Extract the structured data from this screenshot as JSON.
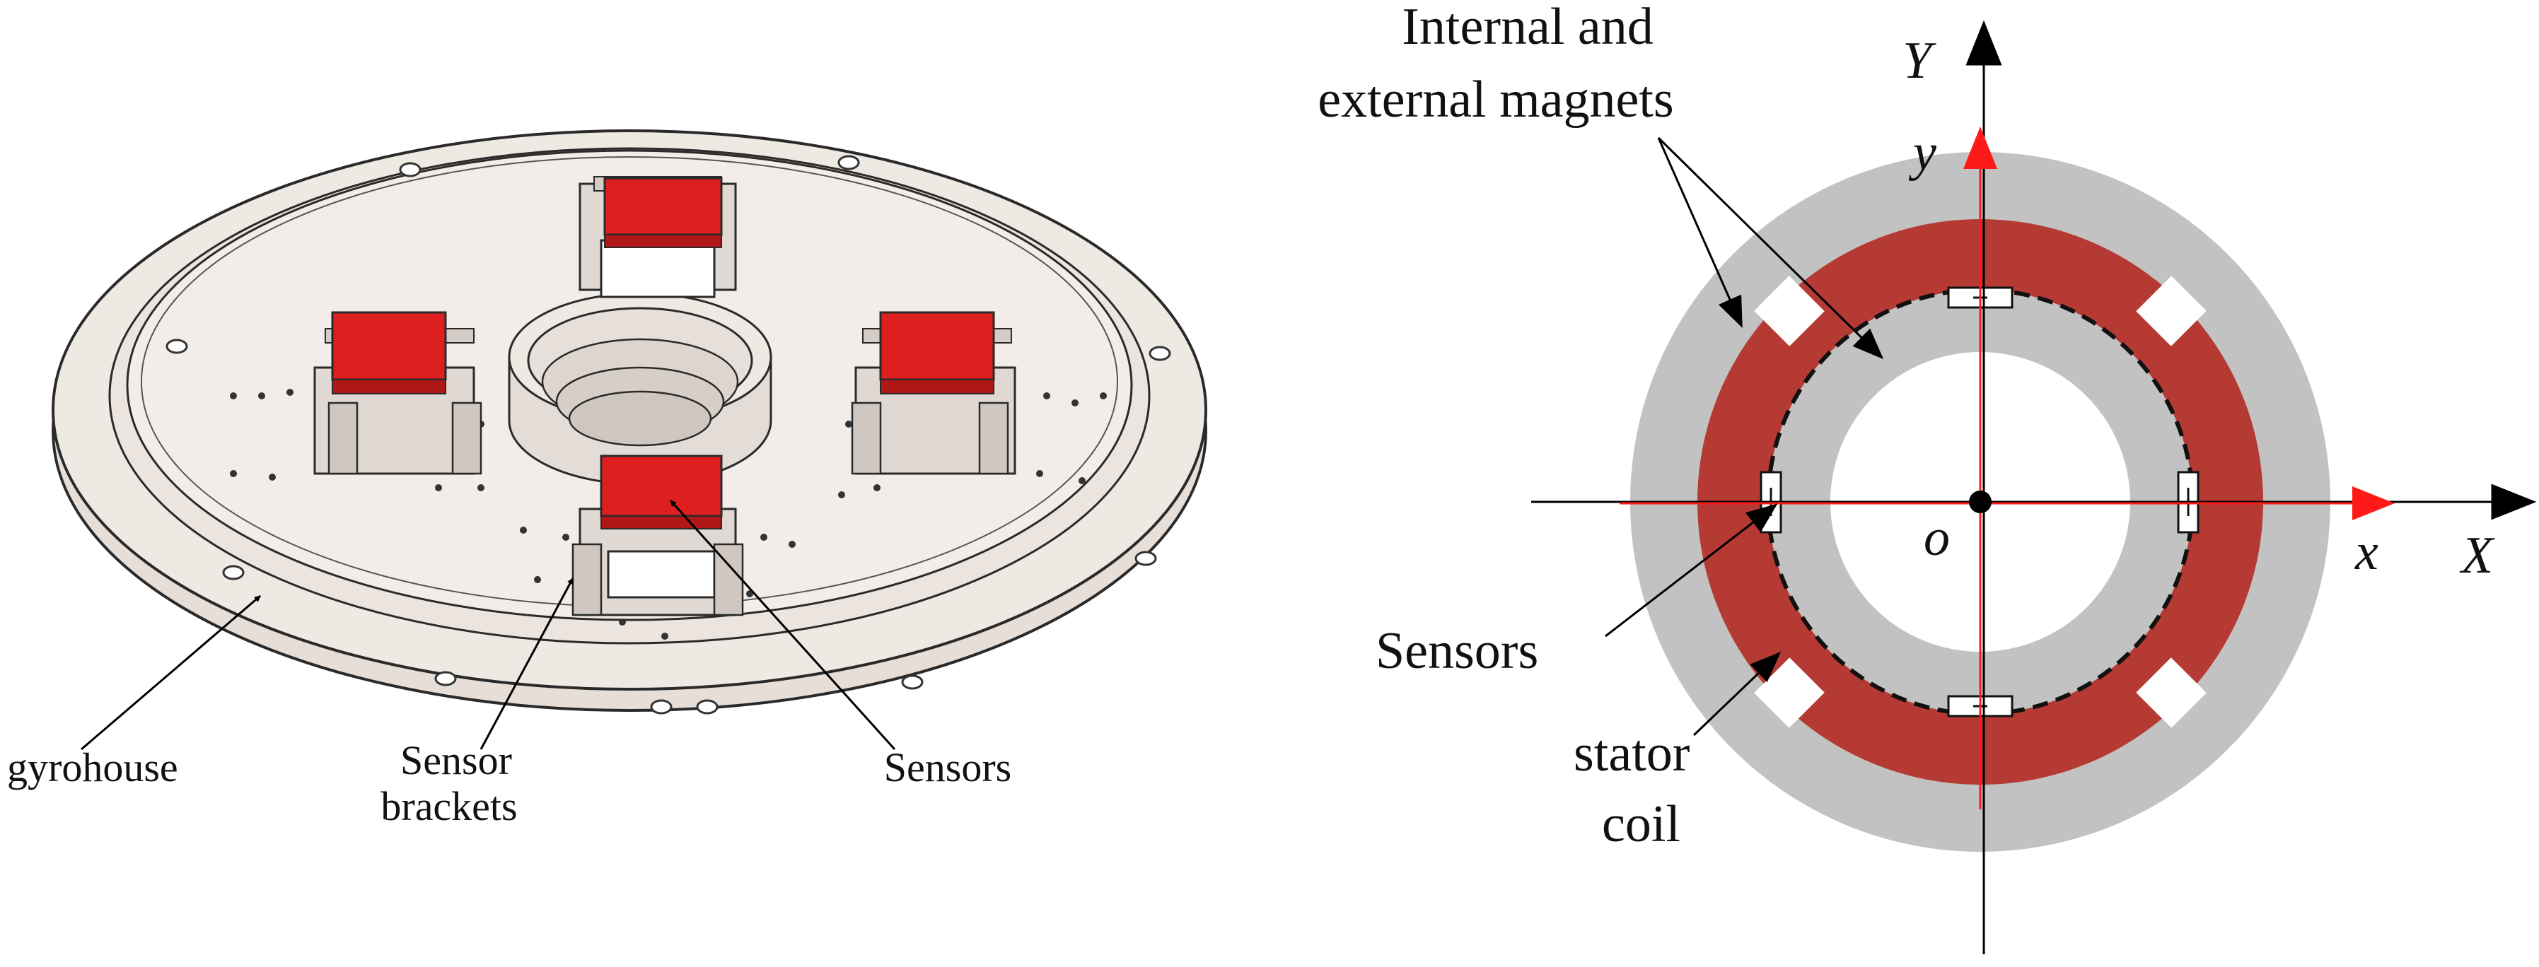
{
  "left_figure": {
    "labels": {
      "gyrohouse": "gyrohouse",
      "sensor_brackets_line1": "Sensor",
      "sensor_brackets_line2": "brackets",
      "sensors": "Sensors"
    }
  },
  "right_figure": {
    "labels": {
      "magnets_line1": "Internal and",
      "magnets_line2": "external magnets",
      "sensors": "Sensors",
      "stator_line1": "stator",
      "stator_line2": "coil",
      "axis_Y": "Y",
      "axis_y": "y",
      "axis_X": "X",
      "axis_x": "x",
      "origin": "o"
    }
  },
  "colors": {
    "housing": "#eee8e3",
    "housing_edge": "#2a2a2a",
    "sensor_red": "#dd1f1f",
    "coil_red": "#b53a33",
    "ring_gray": "#c2c2c2",
    "axis_red": "#ff1a1a"
  }
}
